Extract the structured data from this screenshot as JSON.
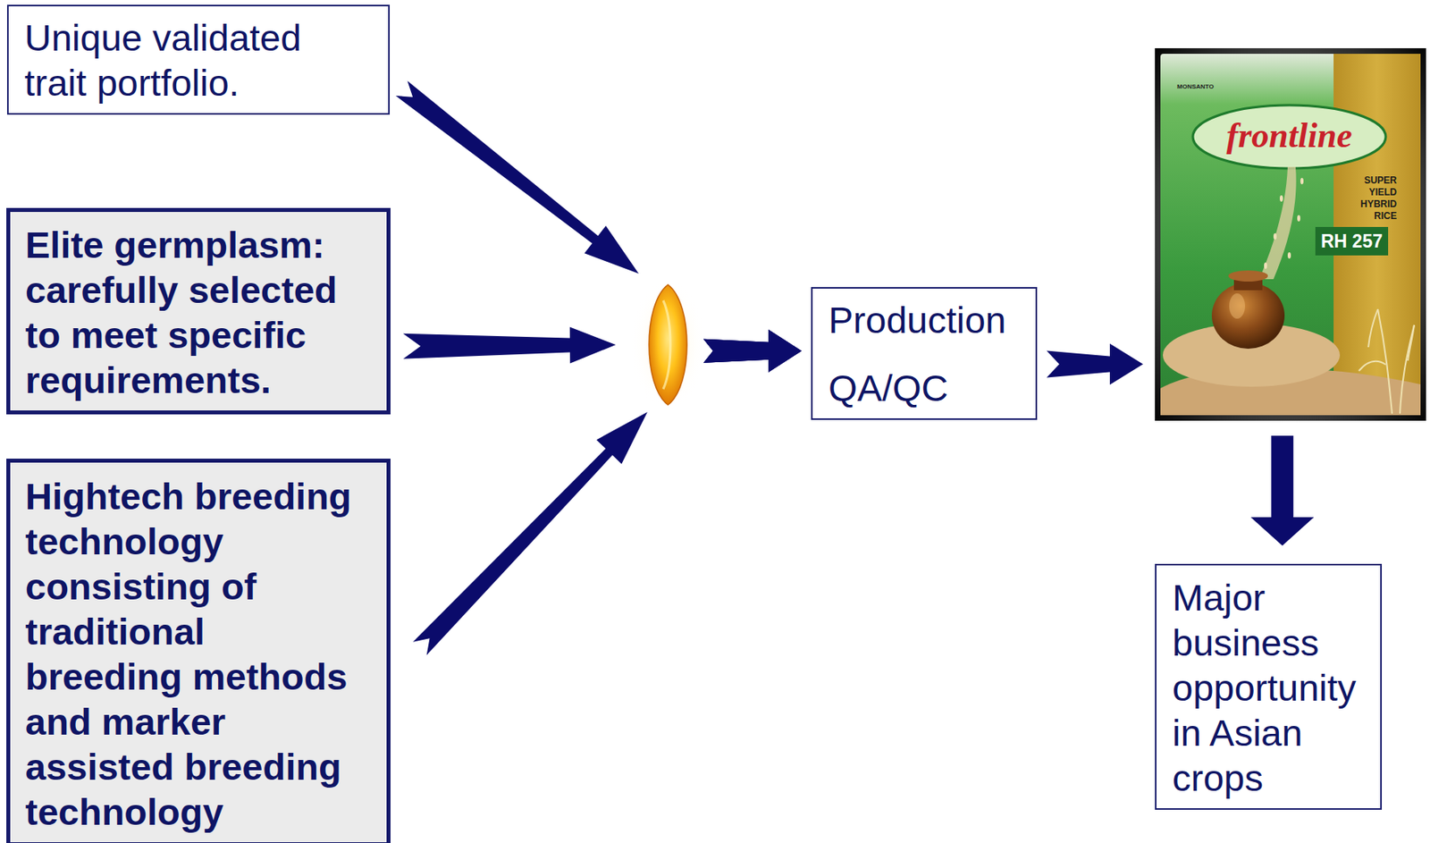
{
  "diagram": {
    "nodes": [
      {
        "text": [
          "Unique validated trait portfolio."
        ]
      },
      {
        "text": [
          "Elite germplasm: carefully selected to meet specific requirements."
        ]
      },
      {
        "text": [
          "Hightech breeding technology consisting of traditional breeding methods and marker assisted breeding technology"
        ]
      },
      {
        "text": [
          "Production",
          "QA/QC"
        ]
      },
      {
        "text": [
          "MONSANTO",
          "frontline",
          "SUPER YIELD HYBRID RICE",
          "RH 257"
        ]
      },
      {
        "text": [
          "Major business opportunity in Asian crops"
        ]
      }
    ],
    "edges": [
      {
        "from": 0,
        "to": 3,
        "arrow": "to"
      },
      {
        "from": 1,
        "to": 3,
        "arrow": "to"
      },
      {
        "from": 2,
        "to": 3,
        "arrow": "to"
      },
      {
        "from": 3,
        "to": 4,
        "arrow": "to"
      },
      {
        "from": 4,
        "to": 5,
        "arrow": "to"
      }
    ]
  }
}
